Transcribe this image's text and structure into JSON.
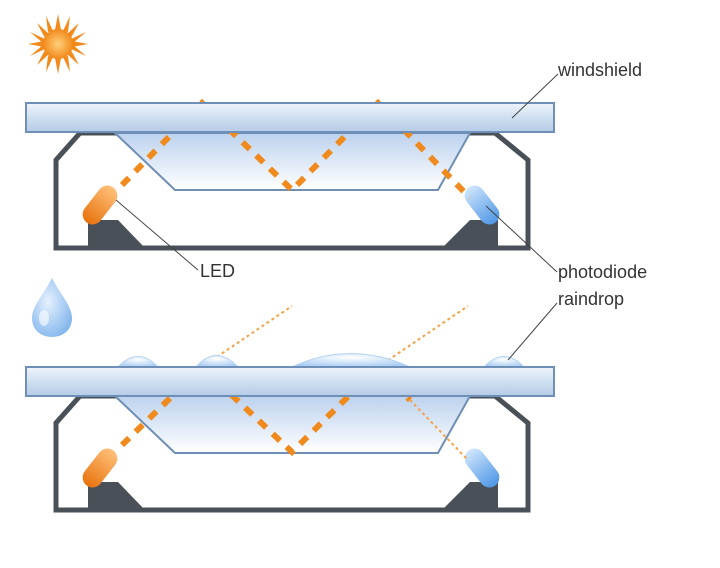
{
  "labels": {
    "windshield": "windshield",
    "led": "LED",
    "photodiode": "photodiode",
    "raindrop": "raindrop"
  },
  "colors": {
    "housing": "#4a5058",
    "glass": "#c9d9ec",
    "beam": "#f08a1c",
    "led": "#f08a1c",
    "photodiode": "#6aaef0",
    "sun": "#f28a1c",
    "water": "#9cc6f2"
  },
  "icons": {
    "sun": "sun-icon",
    "drop": "water-drop-icon"
  },
  "panels": [
    {
      "state": "dry"
    },
    {
      "state": "wet"
    }
  ]
}
